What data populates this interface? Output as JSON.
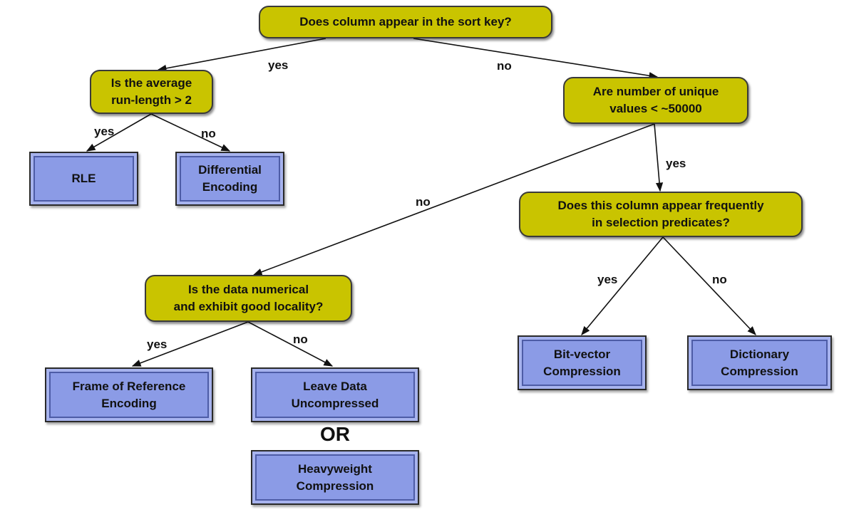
{
  "questions": {
    "sort_key": "Does column appear in the sort key?",
    "avg_run_length": "Is the average\nrun-length > 2",
    "unique_values": "Are number of unique\nvalues < ~50000",
    "selection_predicates": "Does this column appear frequently\nin selection predicates?",
    "numerical_locality": "Is the data numerical\nand exhibit good locality?"
  },
  "results": {
    "rle": "RLE",
    "differential": "Differential\nEncoding",
    "bit_vector": "Bit-vector\nCompression",
    "dictionary": "Dictionary\nCompression",
    "frame_of_reference": "Frame of Reference\nEncoding",
    "leave_uncompressed": "Leave Data\nUncompressed",
    "heavyweight": "Heavyweight\nCompression"
  },
  "edge_labels": {
    "sort_yes": "yes",
    "sort_no": "no",
    "run_yes": "yes",
    "run_no": "no",
    "unique_yes": "yes",
    "unique_no": "no",
    "pred_yes": "yes",
    "pred_no": "no",
    "num_yes": "yes",
    "num_no": "no"
  },
  "or_text": "OR",
  "colors": {
    "question_fill": "#c9c400",
    "result_fill": "#8b9be6",
    "edge": "#111111"
  }
}
